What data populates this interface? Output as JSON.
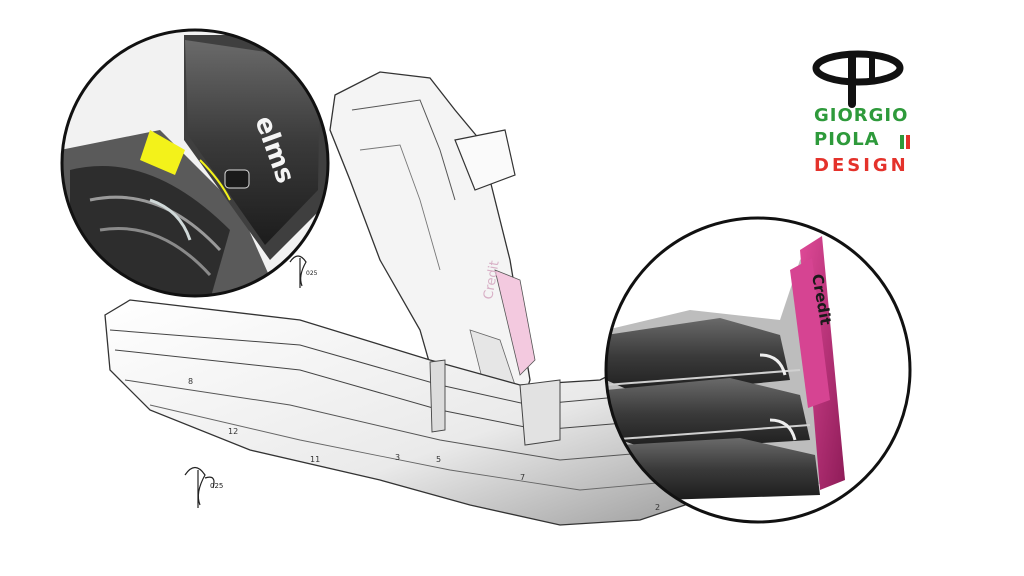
{
  "logo": {
    "line1": "GIORGIO",
    "line2": "PIOLA",
    "line3": "DESIGN",
    "colors": {
      "green": "#2e9a3b",
      "red": "#e4322b",
      "black": "#111111"
    }
  },
  "signature": {
    "year_mark": "025"
  },
  "livery": {
    "sponsor_text": "Credit",
    "endplate_text": "elms",
    "pink": "#c0307a",
    "highlight_yellow": "#f3f21a"
  },
  "panel_numbers": [
    "12",
    "8",
    "11",
    "3",
    "5",
    "7",
    "2"
  ]
}
